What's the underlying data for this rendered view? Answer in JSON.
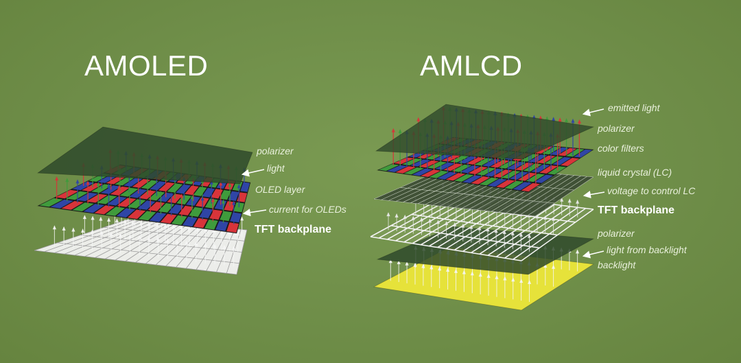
{
  "diagrams": [
    {
      "title": "AMOLED",
      "labels": [
        "polarizer",
        "light",
        "OLED layer",
        "current for OLEDs",
        "TFT backplane"
      ]
    },
    {
      "title": "AMLCD",
      "labels": [
        "emitted light",
        "polarizer",
        "color filters",
        "liquid crystal (LC)",
        "voltage to control LC",
        "TFT backplane",
        "polarizer",
        "light from backlight",
        "backlight"
      ]
    }
  ],
  "colors": {
    "background": "#6f8f4a",
    "polarizer": "#2f4a2c",
    "subpixel_red": "#d8343a",
    "subpixel_green": "#3f9b3c",
    "subpixel_blue": "#2f45a6",
    "backplane": "#f2f2f2",
    "backlight": "#e6e23a",
    "label": "#e9f0dc"
  },
  "icons": [
    "arrow-left-icon"
  ]
}
